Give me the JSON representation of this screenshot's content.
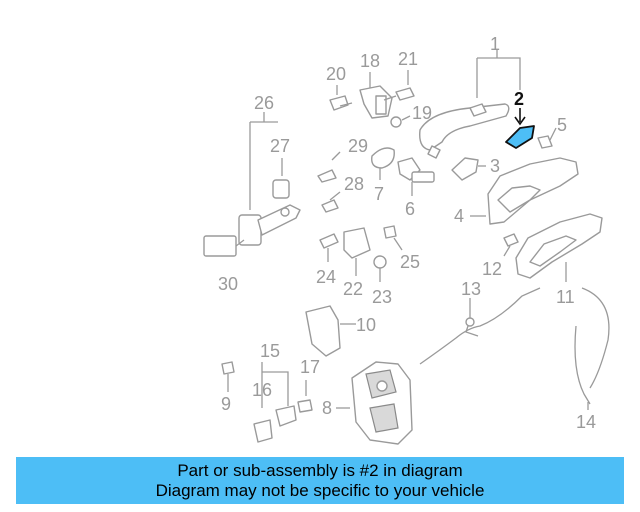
{
  "diagram": {
    "labels": [
      {
        "id": "label-1",
        "text": "1"
      },
      {
        "id": "label-2",
        "text": "2"
      },
      {
        "id": "label-3",
        "text": "3"
      },
      {
        "id": "label-4",
        "text": "4"
      },
      {
        "id": "label-5",
        "text": "5"
      },
      {
        "id": "label-6",
        "text": "6"
      },
      {
        "id": "label-7",
        "text": "7"
      },
      {
        "id": "label-8",
        "text": "8"
      },
      {
        "id": "label-9",
        "text": "9"
      },
      {
        "id": "label-10",
        "text": "10"
      },
      {
        "id": "label-11",
        "text": "11"
      },
      {
        "id": "label-12",
        "text": "12"
      },
      {
        "id": "label-13",
        "text": "13"
      },
      {
        "id": "label-14",
        "text": "14"
      },
      {
        "id": "label-15",
        "text": "15"
      },
      {
        "id": "label-16",
        "text": "16"
      },
      {
        "id": "label-17",
        "text": "17"
      },
      {
        "id": "label-18",
        "text": "18"
      },
      {
        "id": "label-19",
        "text": "19"
      },
      {
        "id": "label-20",
        "text": "20"
      },
      {
        "id": "label-21",
        "text": "21"
      },
      {
        "id": "label-22",
        "text": "22"
      },
      {
        "id": "label-23",
        "text": "23"
      },
      {
        "id": "label-24",
        "text": "24"
      },
      {
        "id": "label-25",
        "text": "25"
      },
      {
        "id": "label-26",
        "text": "26"
      },
      {
        "id": "label-27",
        "text": "27"
      },
      {
        "id": "label-28",
        "text": "28"
      },
      {
        "id": "label-29",
        "text": "29"
      },
      {
        "id": "label-30",
        "text": "30"
      }
    ],
    "highlighted_part": "2",
    "highlight_color": "#4dbef6",
    "line_color": "#9a9a9a"
  },
  "banner": {
    "line1": "Part or sub-assembly is #2 in diagram",
    "line2": "Diagram may not be specific to your vehicle",
    "background_color": "#4dbef6"
  }
}
